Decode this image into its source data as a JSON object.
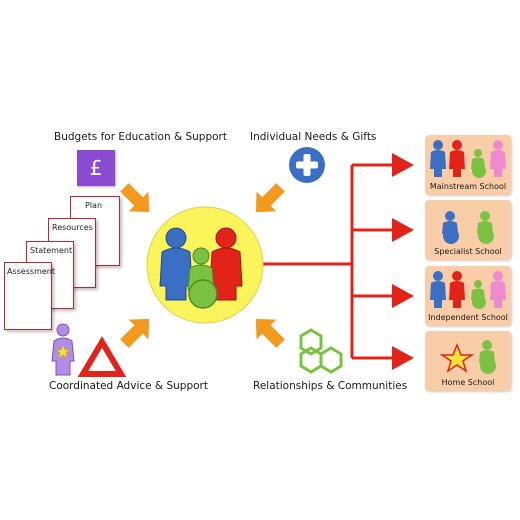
{
  "labels": {
    "budgets": "Budgets for Education & Support",
    "needs": "Individual Needs & Gifts",
    "advice": "Coordinated Advice & Support",
    "relationships": "Relationships & Communities"
  },
  "documents": [
    "Plan",
    "Resources",
    "Statement",
    "Assessment"
  ],
  "currency_symbol": "£",
  "schools": [
    "Mainstream School",
    "Specialist School",
    "Independent School",
    "Home School"
  ],
  "icons": [
    "pound-icon",
    "plus-icon",
    "document-stack-icon",
    "person-star-icon",
    "warning-triangle-icon",
    "hexagon-cluster-icon",
    "family-icon",
    "star-icon"
  ],
  "colors": {
    "arrow_orange": "#f39a1e",
    "flow_red": "#e2231a",
    "hub_yellow": "#fbf45a",
    "school_bg": "#f8cda8",
    "pound_purple": "#8a4bd1",
    "plus_blue": "#3a6fc4",
    "hex_green": "#7cc242"
  }
}
